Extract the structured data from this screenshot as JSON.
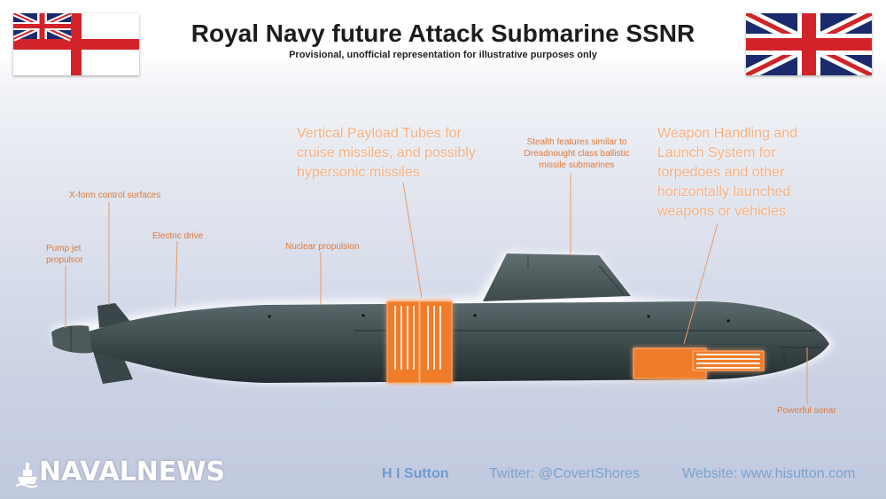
{
  "header": {
    "title": "Royal Navy future Attack Submarine SSNR",
    "subtitle": "Provisional, unofficial representation for illustrative purposes only"
  },
  "labels": {
    "vertical_payload": "Vertical Payload Tubes for cruise missiles, and possibly hypersonic missiles",
    "stealth": "Stealth features similar to Dreadnought class ballistic missile submarines",
    "weapon_handling": "Weapon Handling and Launch System for torpedoes and other horizontally launched weapons or vehicles",
    "x_form": "X-form control surfaces",
    "electric_drive": "Electric drive",
    "pump_jet": "Pump jet propulsor",
    "nuclear": "Nuclear propulsion",
    "sonar": "Powerful sonar"
  },
  "footer": {
    "brand": "NAVALNEWS",
    "author": "H I Sutton",
    "twitter": "Twitter: @CovertShores",
    "website": "Website: www.hisutton.com"
  },
  "colors": {
    "hull": "#3d4a4c",
    "accent_orange": "#f07c2c",
    "label_orange": "#e0793a",
    "footer_blue": "#7aa2cc"
  },
  "icons": {
    "flag_left": "white-ensign-flag",
    "flag_right": "union-flag",
    "logo": "naval-news-ship-icon"
  }
}
